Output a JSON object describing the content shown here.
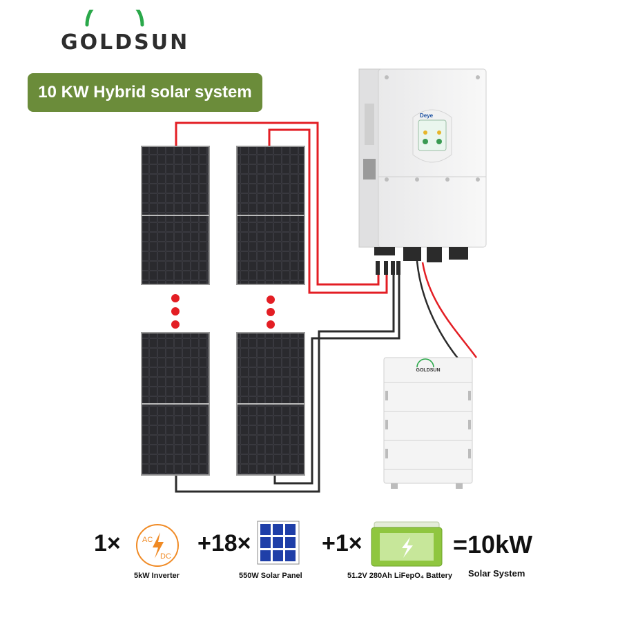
{
  "header": {
    "brand": "GOLDSUN",
    "title": "10 KW Hybrid solar system"
  },
  "inverter": {
    "screen_brand": "Deye"
  },
  "battery": {
    "brand": "GOLDSUN"
  },
  "equation": {
    "inverter_qty": "1×",
    "inverter_icon_top": "AC",
    "inverter_icon_bottom": "DC",
    "inverter_caption": "5kW Inverter",
    "panel_qty": "+18×",
    "panel_caption": "550W Solar Panel",
    "battery_qty": "+1×",
    "battery_caption": "51.2V 280Ah LiFepO₄ Battery",
    "result": "=10kW",
    "result_caption": "Solar System"
  },
  "colors": {
    "accent_green": "#6b8c3a",
    "logo_green": "#2aa84a",
    "wire_red": "#e31e24",
    "wire_black": "#2b2b2b",
    "icon_orange": "#f08a24",
    "panel_blue": "#1f3fa8"
  }
}
